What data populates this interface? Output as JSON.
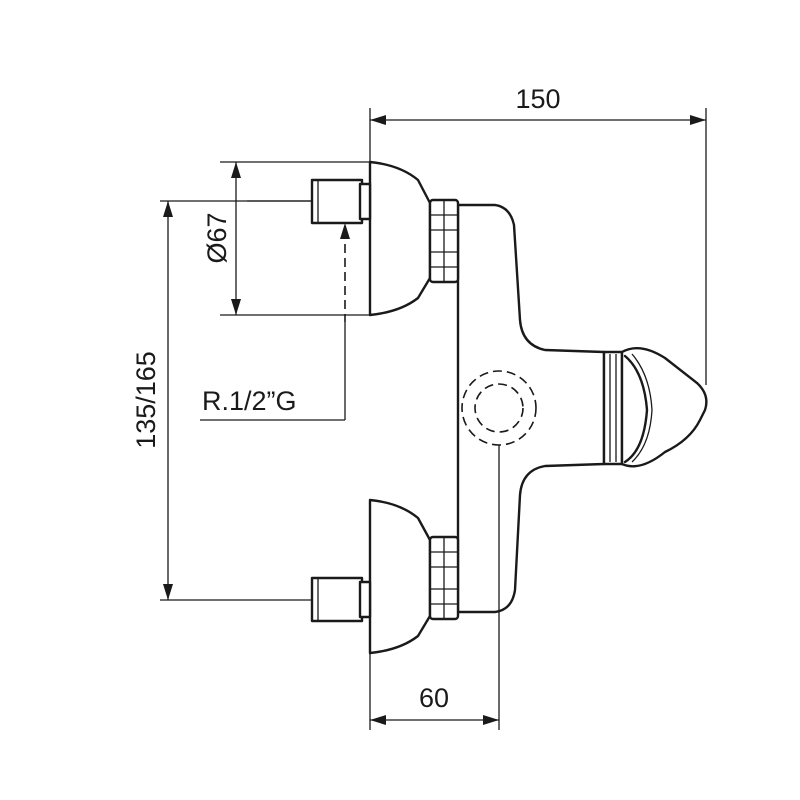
{
  "diagram": {
    "dimensions": {
      "overall_width": "150",
      "outlet_depth": "60",
      "inlet_centers": "135/165",
      "inlet_diameter": "Ø67",
      "thread": "R.1/2”G"
    }
  }
}
